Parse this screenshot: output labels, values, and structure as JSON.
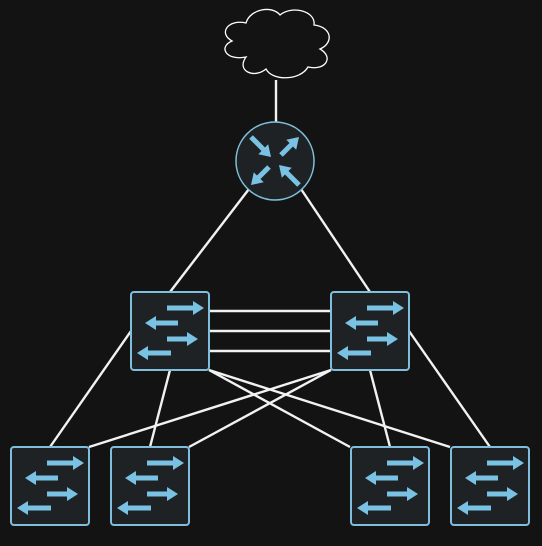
{
  "diagram": {
    "background_color": "#131313",
    "link_color": "#f2f2f2",
    "device_stroke_color": "#7fbfdc",
    "device_fill_color": "#1f2224",
    "arrow_color": "#7ac2e4",
    "cloud_stroke_color": "#ffffff",
    "nodes": [
      {
        "id": "internet",
        "kind": "cloud",
        "icon": "cloud-icon"
      },
      {
        "id": "router",
        "kind": "router",
        "icon": "router-icon"
      },
      {
        "id": "core-switch-left",
        "kind": "switch",
        "icon": "switch-icon"
      },
      {
        "id": "core-switch-right",
        "kind": "switch",
        "icon": "switch-icon"
      },
      {
        "id": "access-switch-1",
        "kind": "switch",
        "icon": "switch-icon"
      },
      {
        "id": "access-switch-2",
        "kind": "switch",
        "icon": "switch-icon"
      },
      {
        "id": "access-switch-3",
        "kind": "switch",
        "icon": "switch-icon"
      },
      {
        "id": "access-switch-4",
        "kind": "switch",
        "icon": "switch-icon"
      }
    ],
    "links": [
      {
        "from": "internet",
        "to": "router"
      },
      {
        "from": "router",
        "to": "core-switch-left"
      },
      {
        "from": "router",
        "to": "core-switch-right"
      },
      {
        "from": "core-switch-left",
        "to": "core-switch-right"
      },
      {
        "from": "core-switch-left",
        "to": "core-switch-right"
      },
      {
        "from": "core-switch-left",
        "to": "core-switch-right"
      },
      {
        "from": "core-switch-left",
        "to": "access-switch-1"
      },
      {
        "from": "core-switch-left",
        "to": "access-switch-2"
      },
      {
        "from": "core-switch-left",
        "to": "access-switch-3"
      },
      {
        "from": "core-switch-left",
        "to": "access-switch-4"
      },
      {
        "from": "core-switch-right",
        "to": "access-switch-1"
      },
      {
        "from": "core-switch-right",
        "to": "access-switch-2"
      },
      {
        "from": "core-switch-right",
        "to": "access-switch-3"
      },
      {
        "from": "core-switch-right",
        "to": "access-switch-4"
      }
    ]
  }
}
